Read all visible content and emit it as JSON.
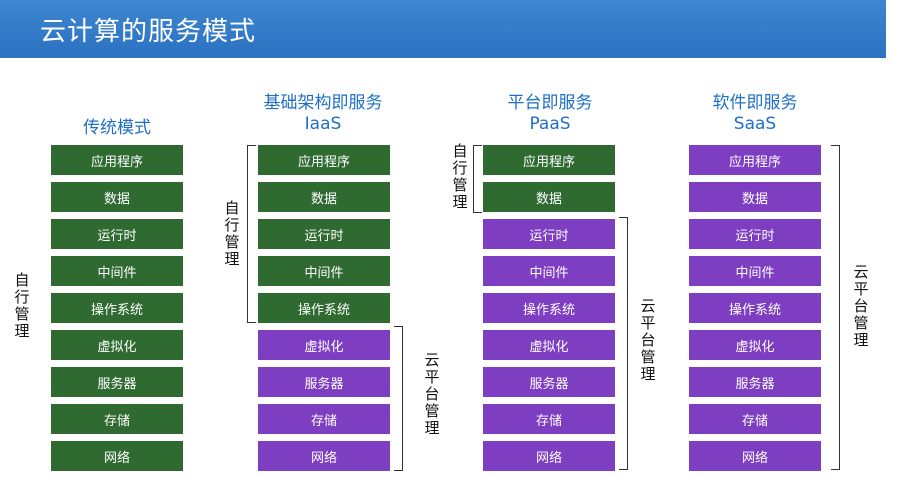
{
  "title": "云计算的服务模式",
  "columns": [
    {
      "title_lines": [
        "传统模式"
      ],
      "layers": [
        "应用程序",
        "数据",
        "运行时",
        "中间件",
        "操作系统",
        "虚拟化",
        "服务器",
        "存储",
        "网络"
      ],
      "self_label": "自行管理",
      "cloud_label": ""
    },
    {
      "title_lines": [
        "基础架构即服务",
        "IaaS"
      ],
      "layers": [
        "应用程序",
        "数据",
        "运行时",
        "中间件",
        "操作系统",
        "虚拟化",
        "服务器",
        "存储",
        "网络"
      ],
      "self_label": "自行管理",
      "cloud_label": "云平台管理"
    },
    {
      "title_lines": [
        "平台即服务",
        "PaaS"
      ],
      "layers": [
        "应用程序",
        "数据",
        "运行时",
        "中间件",
        "操作系统",
        "虚拟化",
        "服务器",
        "存储",
        "网络"
      ],
      "self_label": "自行管理",
      "cloud_label": "云平台管理"
    },
    {
      "title_lines": [
        "软件即服务",
        "SaaS"
      ],
      "layers": [
        "应用程序",
        "数据",
        "运行时",
        "中间件",
        "操作系统",
        "虚拟化",
        "服务器",
        "存储",
        "网络"
      ],
      "self_label": "",
      "cloud_label": "云平台管理"
    }
  ],
  "colors": {
    "self_managed": "#2f6a31",
    "cloud_managed": "#7d3ec1",
    "title": "#1f6fc9"
  }
}
